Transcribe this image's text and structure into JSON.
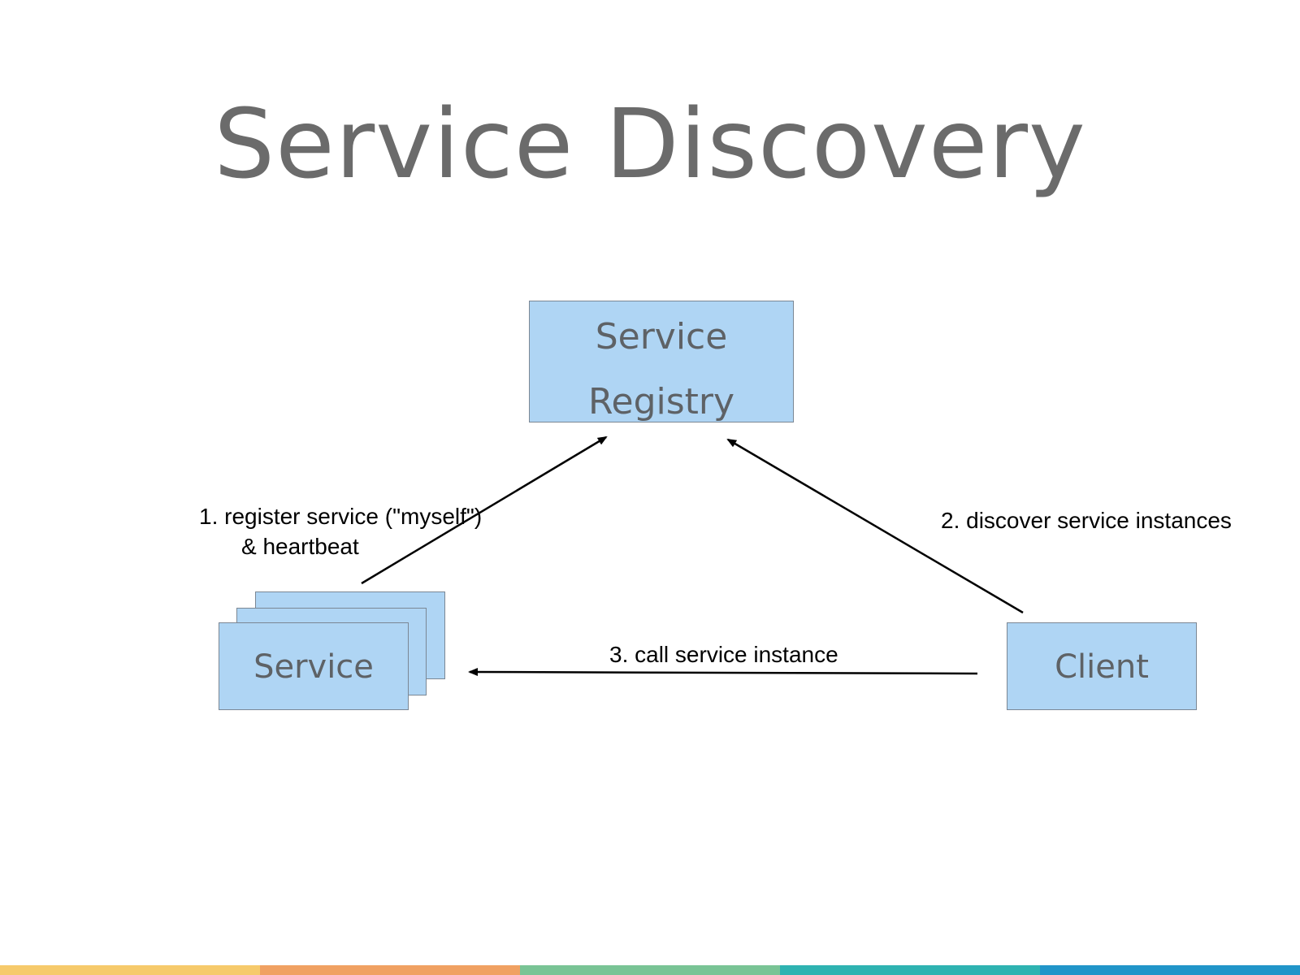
{
  "slide": {
    "title": "Service Discovery"
  },
  "nodes": {
    "registry": {
      "line1": "Service",
      "line2": "Registry"
    },
    "service": {
      "label": "Service"
    },
    "client": {
      "label": "Client"
    }
  },
  "edges": {
    "register": {
      "line1": "1. register service (\"myself\")",
      "line2": "& heartbeat"
    },
    "discover": {
      "label": "2. discover service instances"
    },
    "call": {
      "label": "3. call service instance"
    }
  },
  "colors": {
    "box_fill": "#afd5f4",
    "box_border": "#7b8794",
    "title_text": "#6b6b6b",
    "node_text": "#5e6266",
    "footer": [
      "#f6ca6b",
      "#f0a162",
      "#79c495",
      "#2eb3b1",
      "#2195c9"
    ]
  }
}
